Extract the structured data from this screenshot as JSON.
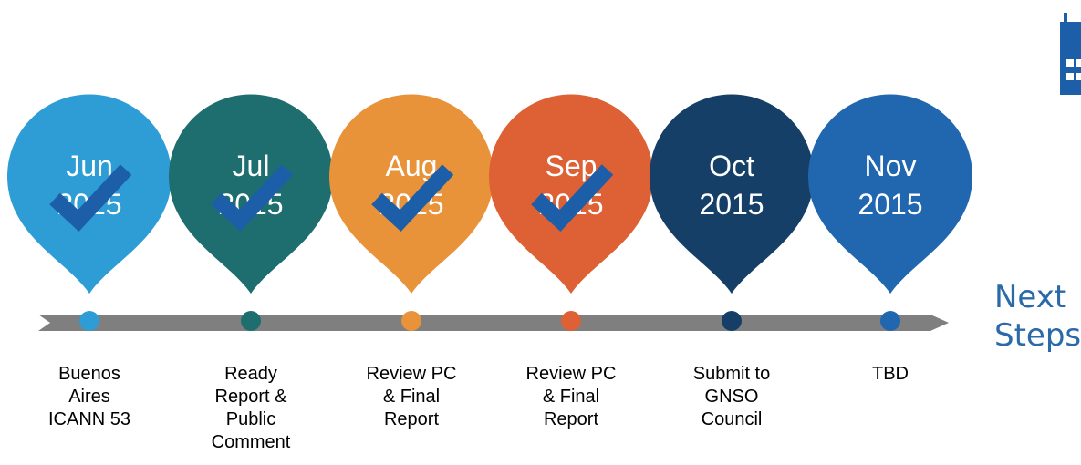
{
  "milestones": [
    {
      "month": "Jun",
      "year": "2015",
      "caption": [
        "Buenos",
        "Aires",
        "ICANN 53"
      ],
      "color": "#2e9dd6",
      "completed": true
    },
    {
      "month": "Jul",
      "year": "2015",
      "caption": [
        "Ready",
        "Report &",
        "Public",
        "Comment"
      ],
      "color": "#1e6e70",
      "completed": true
    },
    {
      "month": "Aug",
      "year": "2015",
      "caption": [
        "Review PC",
        "& Final",
        "Report"
      ],
      "color": "#e8923a",
      "completed": true
    },
    {
      "month": "Sep",
      "year": "2015",
      "caption": [
        "Review PC",
        "& Final",
        "Report"
      ],
      "color": "#de6035",
      "completed": true
    },
    {
      "month": "Oct",
      "year": "2015",
      "caption": [
        "Submit to",
        "GNSO",
        "Council"
      ],
      "color": "#163f68",
      "completed": false
    },
    {
      "month": "Nov",
      "year": "2015",
      "caption": [
        "TBD"
      ],
      "color": "#2167b0",
      "completed": false
    }
  ],
  "next_steps": [
    "Next",
    "Steps"
  ],
  "colors": {
    "arrow": "#7f7f7f",
    "check": "#1d5ea8",
    "next_steps": "#2a6aa8"
  },
  "icons": {
    "completed": "checkmark-icon",
    "corner": "calendar-icon"
  }
}
